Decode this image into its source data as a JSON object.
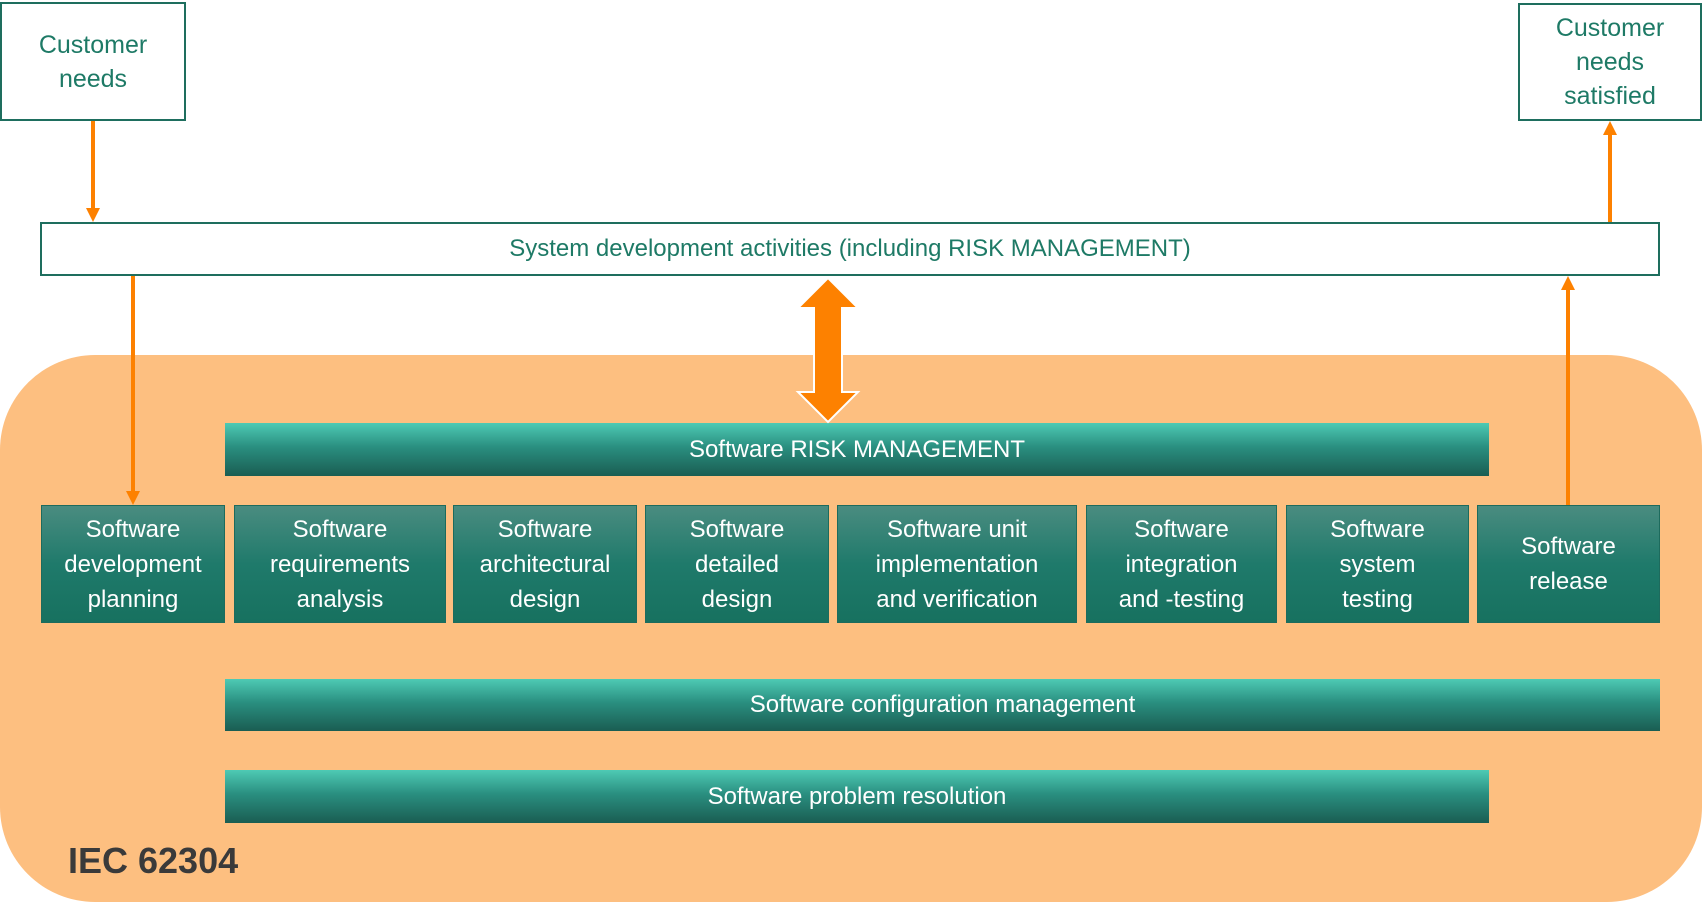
{
  "customer_needs": "Customer\nneeds",
  "customer_needs_satisfied": "Customer\nneeds\nsatisfied",
  "system_development": "System development activities (including RISK MANAGEMENT)",
  "risk_management": "Software RISK MANAGEMENT",
  "steps": [
    "Software\ndevelopment\nplanning",
    "Software\nrequirements\nanalysis",
    "Software\narchitectural\ndesign",
    "Software\ndetailed\ndesign",
    "Software unit\nimplementation\nand verification",
    "Software\nintegration\nand -testing",
    "Software\nsystem\ntesting",
    "Software\nrelease"
  ],
  "configuration_management": "Software configuration management",
  "problem_resolution": "Software problem resolution",
  "standard_label": "IEC 62304",
  "colors": {
    "orange": "#fd8100",
    "region": "#fdbf80",
    "teal": "#1f7a6b"
  }
}
